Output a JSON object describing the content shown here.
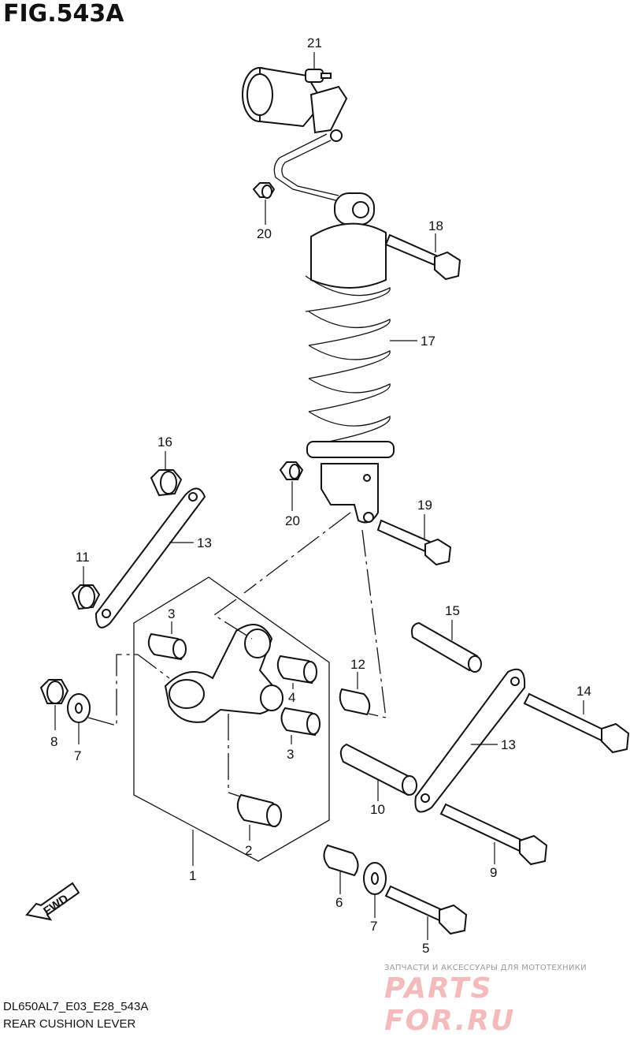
{
  "figure_title": "FIG.543A",
  "diagram_code": "DL650AL7_E03_E28_543A",
  "diagram_description": "REAR CUSHION LEVER",
  "fwd_label": "FWD",
  "watermark": {
    "tagline": "ЗАПЧАСТИ И АКСЕССУАРЫ ДЛЯ МОТОТЕХНИКИ",
    "logo_text": "PARTS FOR.RU"
  },
  "callouts": {
    "c21": "21",
    "c20a": "20",
    "c18": "18",
    "c17": "17",
    "c16": "16",
    "c20b": "20",
    "c19": "19",
    "c13a": "13",
    "c11": "11",
    "c15": "15",
    "c3a": "3",
    "c12": "12",
    "c14": "14",
    "c8": "8",
    "c4": "4",
    "c7a": "7",
    "c3b": "3",
    "c13b": "13",
    "c10": "10",
    "c2": "2",
    "c9": "9",
    "c1": "1",
    "c6": "6",
    "c7b": "7",
    "c5": "5"
  },
  "colors": {
    "line": "#111111",
    "watermark_red": "#dc3c3c",
    "watermark_gray": "#9a9a9a"
  }
}
